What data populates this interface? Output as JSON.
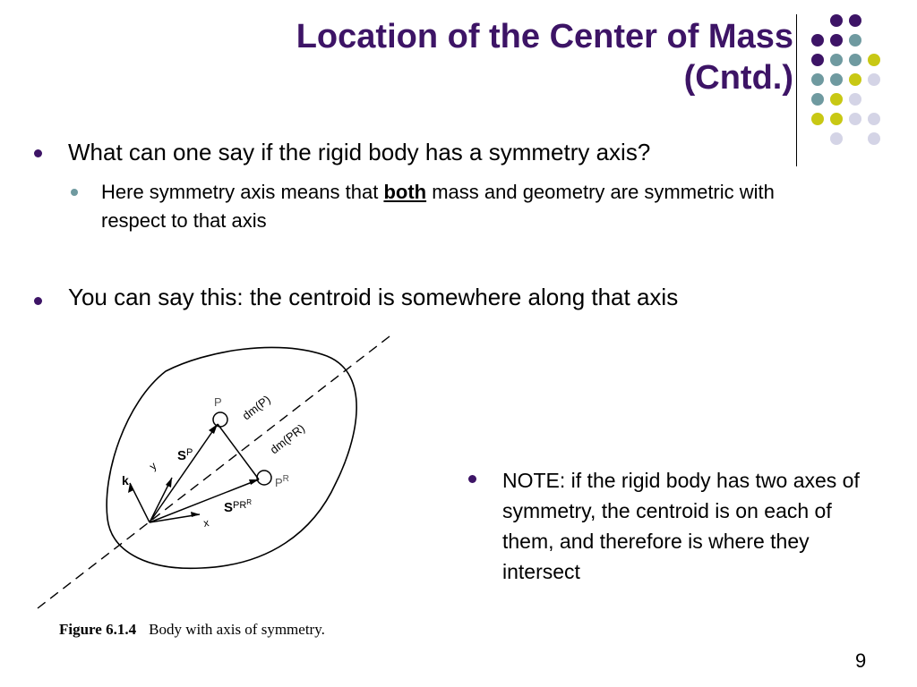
{
  "title": {
    "line1": "Location of the Center of Mass",
    "line2": "(Cntd.)"
  },
  "bullets": [
    {
      "text": "What can one say if the rigid body has a symmetry axis?"
    },
    {
      "text": "You can say this: the centroid is somewhere along that axis"
    }
  ],
  "sub_bullet": {
    "before": "Here symmetry axis means that ",
    "emphasis": "both",
    "after": " mass and geometry are symmetric with respect to that axis"
  },
  "note": {
    "text": "NOTE: if the rigid body has two axes of symmetry, the centroid is on each of them, and therefore is where they intersect"
  },
  "figure": {
    "caption_label": "Figure 6.1.4",
    "caption_text": "Body with axis of symmetry.",
    "labels": {
      "P": "P",
      "dmP": "dm(P)",
      "dmPR": "dm(PR)",
      "PR_main": "P",
      "PR_sup": "R",
      "k": "k",
      "y": "y",
      "x": "x",
      "s1": "S",
      "s1_sub": "P",
      "s2": "S",
      "s2_sub": "PR",
      "s2_sub_sup": "R"
    }
  },
  "decor_colors": {
    "purple": "#3d1466",
    "teal": "#6f9aa0",
    "yellow": "#c8c814",
    "lavender": "#d4d4e6"
  },
  "page_number": "9"
}
